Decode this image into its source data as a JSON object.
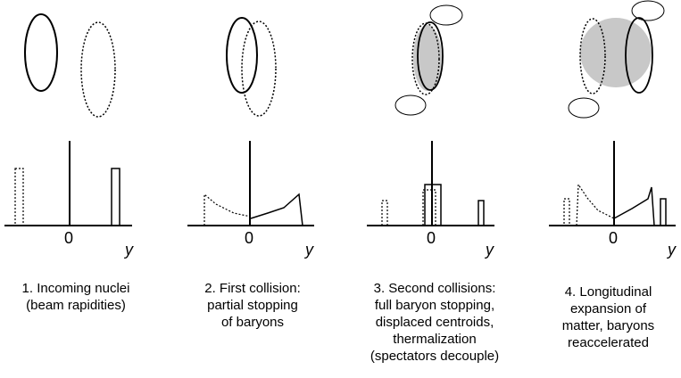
{
  "colors": {
    "stroke": "#000000",
    "fill_matter": "#c8c8c8",
    "background": "#ffffff"
  },
  "panels": [
    {
      "zero": "0",
      "axis_var": "y",
      "caption": [
        "1.  Incoming nuclei",
        "(beam rapidities)"
      ]
    },
    {
      "zero": "0",
      "axis_var": "y",
      "caption": [
        "2.  First collision:",
        "partial stopping",
        "of baryons"
      ]
    },
    {
      "zero": "0",
      "axis_var": "y",
      "caption": [
        "3.  Second collisions:",
        "full baryon stopping,",
        "displaced centroids,",
        "thermalization",
        "(spectators decouple)"
      ]
    },
    {
      "zero": "0",
      "axis_var": "y",
      "caption": [
        "4.  Longitudinal",
        "expansion of",
        "matter, baryons",
        "reaccelerated"
      ]
    }
  ]
}
